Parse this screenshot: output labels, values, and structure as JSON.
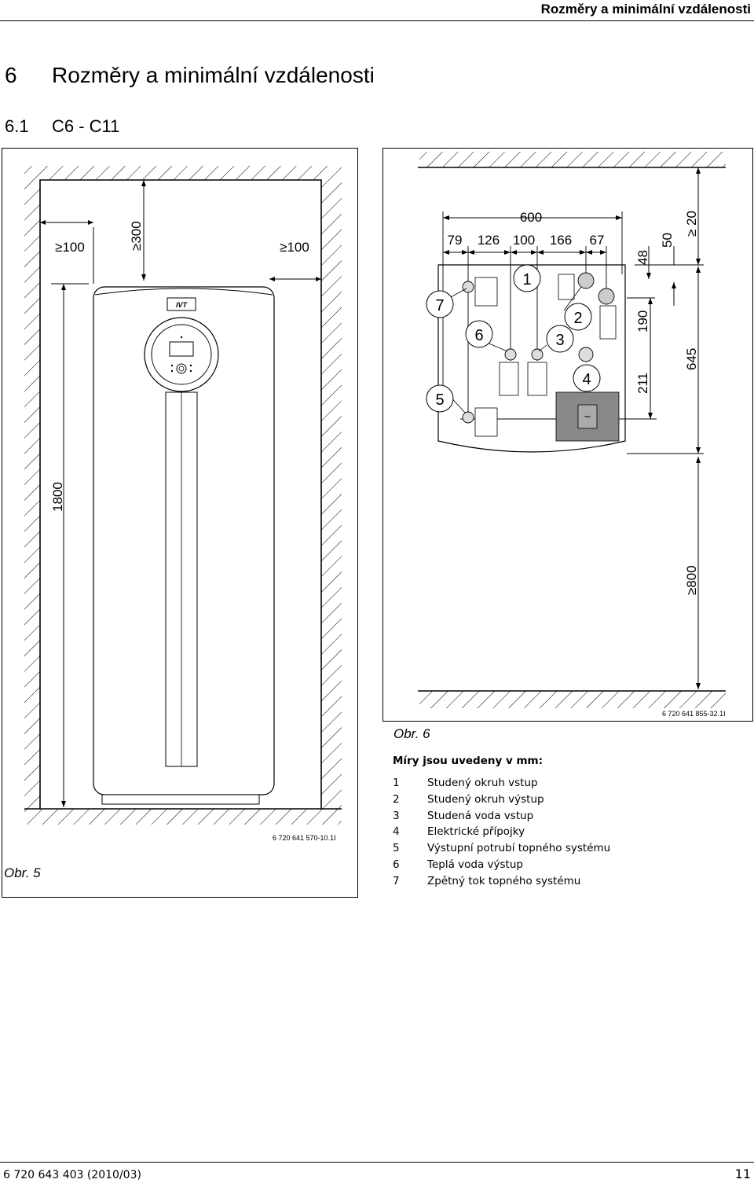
{
  "header": {
    "running_title": "Rozměry a minimální vzdálenosti"
  },
  "section": {
    "number": "6",
    "title": "Rozměry a minimální vzdálenosti"
  },
  "subsection": {
    "number": "6.1",
    "title": "C6 - C11"
  },
  "figure5": {
    "caption": "Obr. 5",
    "code": "6 720 641 570-10.1I",
    "dim_left": "≥100",
    "dim_top": "≥300",
    "dim_right": "≥100",
    "dim_height": "1800",
    "brand": "IVT"
  },
  "figure6": {
    "caption": "Obr. 6",
    "code": "6 720 641 855-32.1I",
    "dim_total": "600",
    "dims_horizontal": [
      "79",
      "126",
      "100",
      "166",
      "67"
    ],
    "dims_vertical": [
      "48",
      "50",
      "≥ 20",
      "190",
      "211",
      "645",
      "≥800"
    ],
    "callouts": [
      "1",
      "2",
      "3",
      "4",
      "5",
      "6",
      "7"
    ]
  },
  "legend": {
    "title": "Míry jsou uvedeny v mm:",
    "items": [
      {
        "num": "1",
        "label": "Studený okruh vstup"
      },
      {
        "num": "2",
        "label": "Studený okruh výstup"
      },
      {
        "num": "3",
        "label": "Studená voda vstup"
      },
      {
        "num": "4",
        "label": "Elektrické přípojky"
      },
      {
        "num": "5",
        "label": "Výstupní potrubí topného systému"
      },
      {
        "num": "6",
        "label": "Teplá voda výstup"
      },
      {
        "num": "7",
        "label": "Zpětný tok topného systému"
      }
    ]
  },
  "footer": {
    "doc_number": "6 720 643 403 (2010/03)",
    "page": "11"
  }
}
